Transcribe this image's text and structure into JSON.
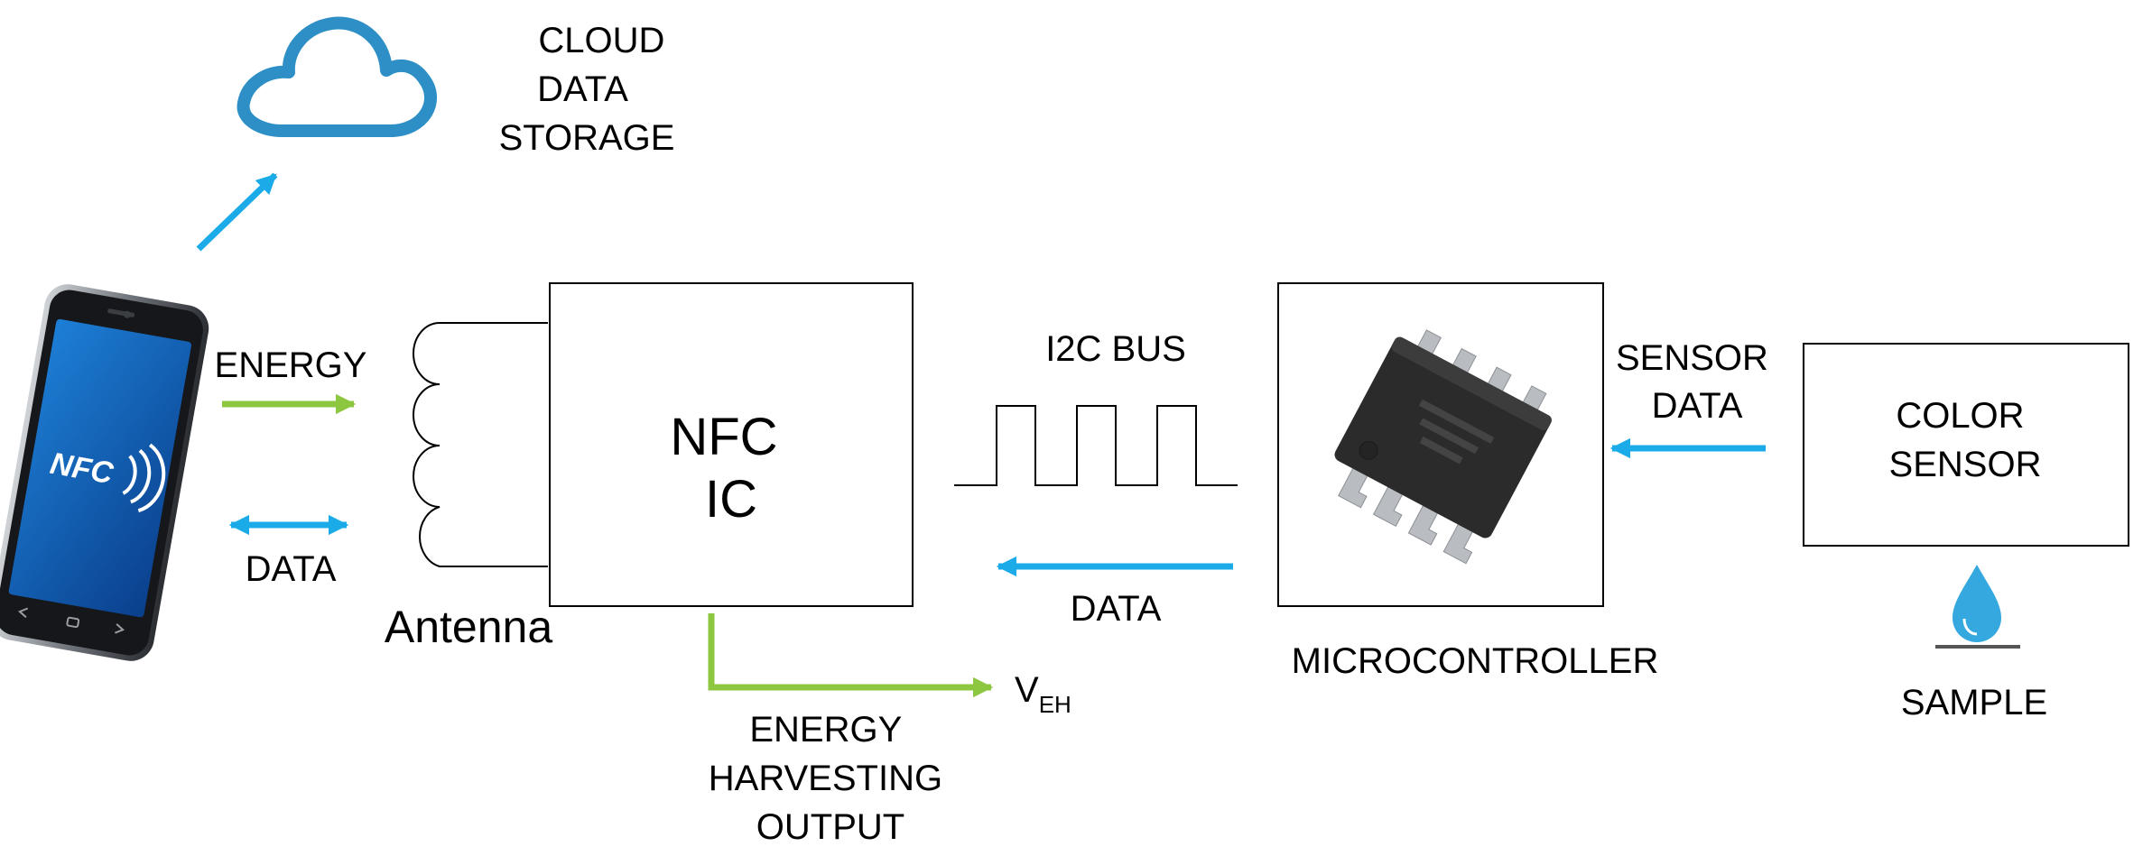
{
  "cloud": {
    "icon": "cloud-icon",
    "label_lines": [
      "CLOUD",
      "DATA",
      "STORAGE"
    ]
  },
  "phone": {
    "icon": "smartphone-icon",
    "screen_text": "NFC"
  },
  "energy_label": "ENERGY",
  "phone_data_label": "DATA",
  "antenna_label": "Antenna",
  "nfc_ic": {
    "lines": [
      "NFC",
      "IC"
    ]
  },
  "i2c_label": "I2C BUS",
  "bus_data_label": "DATA",
  "microcontroller": {
    "icon": "chip-icon",
    "label": "MICROCONTROLLER"
  },
  "sensor_data_lines": [
    "SENSOR",
    "DATA"
  ],
  "color_sensor": {
    "lines": [
      "COLOR",
      "SENSOR"
    ]
  },
  "sample": {
    "icon": "droplet-icon",
    "label": "SAMPLE"
  },
  "veh": {
    "main": "V",
    "sub": "EH"
  },
  "harvest_lines": [
    "ENERGY",
    "HARVESTING",
    "OUTPUT"
  ],
  "colors": {
    "green": "#8DC63F",
    "blue": "#1AABE8",
    "cloud": "#2D8FC6",
    "drop": "#35A8DF"
  }
}
